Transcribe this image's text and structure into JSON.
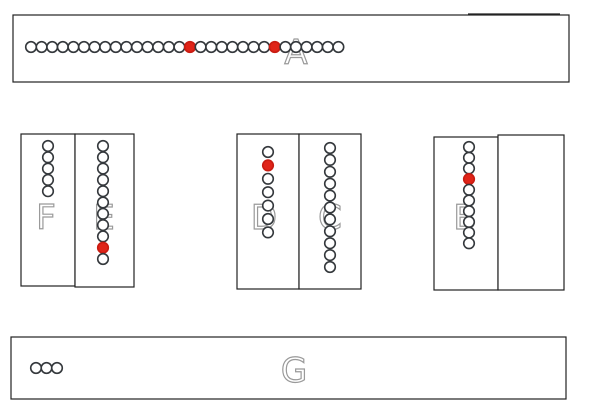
{
  "zones": {
    "A": {
      "label": "A",
      "dots": 30,
      "active": [
        16,
        24
      ]
    },
    "B": {
      "label": "B",
      "dots": 10,
      "active": [
        4
      ]
    },
    "C": {
      "label": "C",
      "dots": 11,
      "active": []
    },
    "D": {
      "label": "D",
      "dots": 7,
      "active": [
        2
      ]
    },
    "E": {
      "label": "E",
      "dots": 11,
      "active": [
        10
      ]
    },
    "F": {
      "label": "F",
      "dots": 5,
      "active": []
    },
    "G": {
      "label": "G",
      "dots": 3,
      "active": []
    }
  },
  "colors": {
    "active": "#e02418",
    "idle": "#ffffff",
    "outline": "#34383c",
    "label": "#9a9a9a"
  }
}
